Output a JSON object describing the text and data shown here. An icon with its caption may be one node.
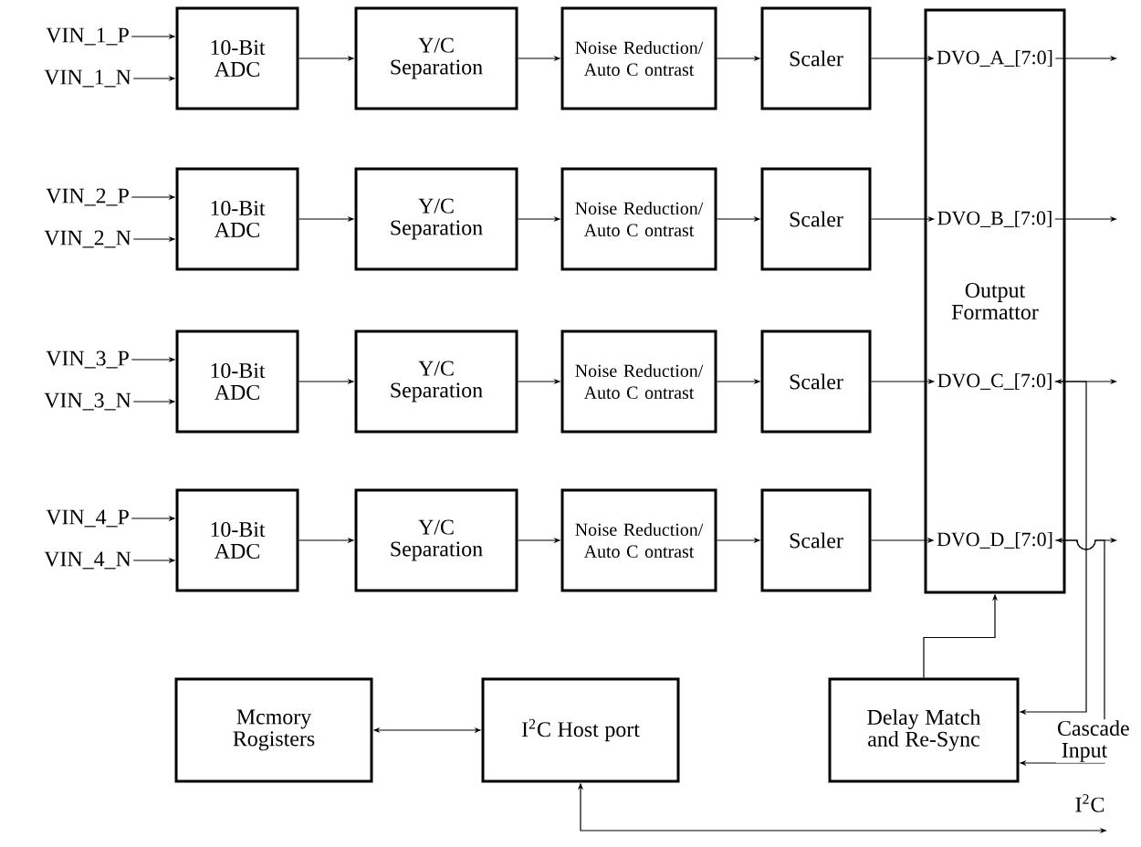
{
  "diagram": {
    "nodes": [
      {
        "text": [
          "VIN_1_P"
        ]
      },
      {
        "text": [
          "VIN_1_N"
        ]
      },
      {
        "text": [
          "10-Bit ADC"
        ]
      },
      {
        "text": [
          "Y/C Separation"
        ]
      },
      {
        "text": [
          "Noise Reduction/ Auto C ontrast"
        ]
      },
      {
        "text": [
          "Scaler"
        ]
      },
      {
        "text": [
          "VIN_2_P"
        ]
      },
      {
        "text": [
          "VIN_2_N"
        ]
      },
      {
        "text": [
          "10-Bit ADC"
        ]
      },
      {
        "text": [
          "Y/C Separation"
        ]
      },
      {
        "text": [
          "Noise Reduction/ Auto C ontrast"
        ]
      },
      {
        "text": [
          "Scaler"
        ]
      },
      {
        "text": [
          "VIN_3_P"
        ]
      },
      {
        "text": [
          "VIN_3_N"
        ]
      },
      {
        "text": [
          "10-Bit ADC"
        ]
      },
      {
        "text": [
          "Y/C Separation"
        ]
      },
      {
        "text": [
          "Noise Reduction/ Auto C ontrast"
        ]
      },
      {
        "text": [
          "Scaler"
        ]
      },
      {
        "text": [
          "VIN_4_P"
        ]
      },
      {
        "text": [
          "VIN_4_N"
        ]
      },
      {
        "text": [
          "10-Bit ADC"
        ]
      },
      {
        "text": [
          "Y/C Separation"
        ]
      },
      {
        "text": [
          "Noise Reduction/ Auto C ontrast"
        ]
      },
      {
        "text": [
          "Scaler"
        ]
      },
      {
        "text": [
          "Output Formattor"
        ]
      },
      {
        "text": [
          "DVO_A_[7:0]"
        ],
        "in": 24
      },
      {
        "text": [
          "DVO_B_[7:0]"
        ],
        "in": 24
      },
      {
        "text": [
          "DVO_C_[7:0]"
        ],
        "in": 24
      },
      {
        "text": [
          "DVO_D_[7:0]"
        ],
        "in": 24
      },
      {
        "text": [
          "Mcmory Rogisters"
        ]
      },
      {
        "text": [
          "I$^{2}$C Host port"
        ]
      },
      {
        "text": [
          "Delay Match and Re-Sync"
        ]
      },
      {
        "text": [
          "I$^{2}$C"
        ]
      }
    ],
    "edges": [
      {
        "from": 0,
        "to": 2,
        "arrow": "to"
      },
      {
        "from": 1,
        "to": 2,
        "arrow": "to"
      },
      {
        "from": 2,
        "to": 3,
        "arrow": "to"
      },
      {
        "from": 3,
        "to": 4,
        "arrow": "to"
      },
      {
        "from": 4,
        "to": 5,
        "arrow": "to"
      },
      {
        "from": 5,
        "to": 25,
        "arrow": "to"
      },
      {
        "from": 6,
        "to": 8,
        "arrow": "to"
      },
      {
        "from": 7,
        "to": 8,
        "arrow": "to"
      },
      {
        "from": 8,
        "to": 9,
        "arrow": "to"
      },
      {
        "from": 9,
        "to": 10,
        "arrow": "to"
      },
      {
        "from": 10,
        "to": 11,
        "arrow": "to"
      },
      {
        "from": 11,
        "to": 26,
        "arrow": "to"
      },
      {
        "from": 12,
        "to": 14,
        "arrow": "to"
      },
      {
        "from": 13,
        "to": 14,
        "arrow": "to"
      },
      {
        "from": 14,
        "to": 15,
        "arrow": "to"
      },
      {
        "from": 15,
        "to": 16,
        "arrow": "to"
      },
      {
        "from": 16,
        "to": 17,
        "arrow": "to"
      },
      {
        "from": 17,
        "to": 27,
        "arrow": "to"
      },
      {
        "from": 18,
        "to": 20,
        "arrow": "to"
      },
      {
        "from": 19,
        "to": 20,
        "arrow": "to"
      },
      {
        "from": 20,
        "to": 21,
        "arrow": "to"
      },
      {
        "from": 21,
        "to": 22,
        "arrow": "to"
      },
      {
        "from": 22,
        "to": 23,
        "arrow": "to"
      },
      {
        "from": 23,
        "to": 28,
        "arrow": "to"
      },
      {
        "from": 25,
        "to": null,
        "arrow": "to"
      },
      {
        "from": 26,
        "to": null,
        "arrow": "to"
      },
      {
        "from": 27,
        "to": null,
        "arrow": "both"
      },
      {
        "from": 28,
        "to": null,
        "arrow": "both"
      },
      {
        "from": 27,
        "to": 31,
        "arrow": "to"
      },
      {
        "from": 28,
        "to": 31,
        "arrow": "to"
      },
      {
        "from": 31,
        "to": 24,
        "arrow": "to"
      },
      {
        "from": 29,
        "to": 30,
        "arrow": "both"
      },
      {
        "from": 30,
        "to": 32,
        "arrow": "both"
      }
    ],
    "labels": [
      "Cascade Input"
    ]
  }
}
